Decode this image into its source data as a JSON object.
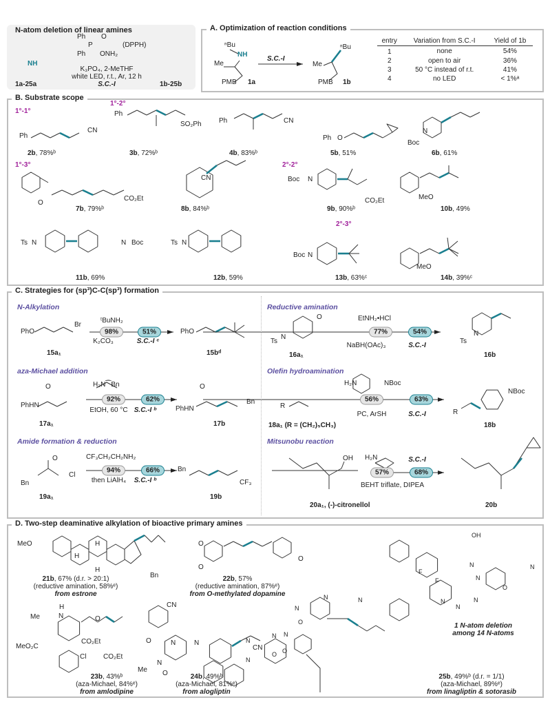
{
  "intro": {
    "title": "N-atom deletion of linear amines",
    "reagent": {
      "ph1": "Ph",
      "o": "O",
      "p": "P",
      "ph2": "Ph",
      "onh2": "ONH₂",
      "name": "(DPPH)"
    },
    "nh": "NH",
    "conditions": [
      "K₃PO₄, 2-MeTHF",
      "white LED, r.t., Ar, 12 h"
    ],
    "sci": "S.C.-I",
    "start_label": "1a-25a",
    "product_label": "1b-25b"
  },
  "optimization": {
    "title": "A. Optimization of reaction conditions",
    "sm": {
      "nbu": "ⁿBu",
      "nh": "NH",
      "me": "Me",
      "pmb": "PMB",
      "label": "1a"
    },
    "arrow_label": "S.C.-I",
    "product": {
      "nbu": "ⁿBu",
      "me": "Me",
      "pmb": "PMB",
      "label": "1b"
    },
    "table": {
      "headers": [
        "entry",
        "Variation from S.C.-I",
        "Yield of 1b"
      ],
      "rows": [
        {
          "entry": "1",
          "variation": "none",
          "yield": "54%"
        },
        {
          "entry": "2",
          "variation": "open to air",
          "yield": "36%"
        },
        {
          "entry": "3",
          "variation": "50 °C instead of r.t.",
          "yield": "41%"
        },
        {
          "entry": "4",
          "variation": "no LED",
          "yield": "< 1%ᵃ"
        }
      ]
    }
  },
  "scope": {
    "title": "B. Substrate scope",
    "classes": [
      "1°-1°",
      "1°-2°",
      "1°-3°",
      "2°-2°",
      "2°-3°"
    ],
    "compounds": [
      {
        "id": "2b",
        "yield": ", 78%ᵇ",
        "atoms": [
          "Ph",
          "CN"
        ]
      },
      {
        "id": "3b",
        "yield": ", 72%ᵇ",
        "atoms": [
          "Ph",
          "SO₂Ph"
        ]
      },
      {
        "id": "4b",
        "yield": ", 83%ᵇ",
        "atoms": [
          "Ph",
          "CN"
        ]
      },
      {
        "id": "5b",
        "yield": ", 51%",
        "atoms": [
          "Ph",
          "O"
        ]
      },
      {
        "id": "6b",
        "yield": ", 61%",
        "atoms": [
          "Boc",
          "N"
        ]
      },
      {
        "id": "7b",
        "yield": ", 79%ᵇ",
        "atoms": [
          "O",
          "CO₂Et"
        ]
      },
      {
        "id": "8b",
        "yield": ", 84%ᵇ",
        "atoms": [
          "CN"
        ]
      },
      {
        "id": "9b",
        "yield": ", 90%ᵇ",
        "atoms": [
          "Boc",
          "N",
          "CO₂Et"
        ]
      },
      {
        "id": "10b",
        "yield": ", 49%",
        "atoms": [
          "MeO"
        ]
      },
      {
        "id": "11b",
        "yield": ", 69%",
        "atoms": [
          "Ts",
          "N",
          "N",
          "Boc"
        ]
      },
      {
        "id": "12b",
        "yield": ", 59%",
        "atoms": [
          "Ts",
          "N"
        ]
      },
      {
        "id": "13b",
        "yield": ", 63%ᶜ",
        "atoms": [
          "Boc",
          "N"
        ]
      },
      {
        "id": "14b",
        "yield": ", 39%ᶜ",
        "atoms": [
          "MeO"
        ]
      }
    ]
  },
  "strategies": {
    "title": "C. Strategies for (sp³)C-C(sp³) formation",
    "panels": [
      {
        "name": "N-Alkylation",
        "reagent": "ᵗBuNH₂",
        "step1": "98%",
        "step2": "51%",
        "cond1": "K₂CO₃",
        "cond2": "S.C.-I ᶜ",
        "sm_atoms": [
          "PhO",
          "Br"
        ],
        "prod_atoms": [
          "PhO"
        ],
        "sm": "15a₁",
        "prod": "15bᵈ"
      },
      {
        "name": "Reductive amination",
        "reagent": "EtNH₂•HCl",
        "step1": "77%",
        "step2": "54%",
        "cond1": "NaBH(OAc)₃",
        "cond2": "S.C.-I",
        "sm_atoms": [
          "O",
          "N",
          "Ts"
        ],
        "prod_atoms": [
          "N",
          "Ts"
        ],
        "sm": "16a₁",
        "prod": "16b"
      },
      {
        "name": "aza-Michael addition",
        "reagent": "H₂N⁀Bn",
        "step1": "92%",
        "step2": "62%",
        "cond1": "EtOH, 60 °C",
        "cond2": "S.C.-I ᵇ",
        "sm_atoms": [
          "O",
          "PhHN"
        ],
        "prod_atoms": [
          "O",
          "PhHN",
          "Bn"
        ],
        "sm": "17a₁",
        "prod": "17b"
      },
      {
        "name": "Olefin hydroamination",
        "reagent": "H₂N",
        "reagent2": "NBoc",
        "step1": "56%",
        "step2": "63%",
        "cond1": "PC, ArSH",
        "cond2": "S.C.-I",
        "sm_atoms": [
          "R"
        ],
        "prod_atoms": [
          "R",
          "NBoc"
        ],
        "sm": "18a₁ (R = (CH₂)₅CH₃)",
        "prod": "18b"
      },
      {
        "name": "Amide formation & reduction",
        "reagent": "CF₃CH₂CH₂NH₂",
        "step1": "94%",
        "step2": "66%",
        "cond1": "then LiAlH₄",
        "cond2": "S.C.-I ᵇ",
        "sm_atoms": [
          "O",
          "Bn",
          "Cl"
        ],
        "prod_atoms": [
          "Bn",
          "CF₃"
        ],
        "sm": "19a₁",
        "prod": "19b"
      },
      {
        "name": "Mitsunobu reaction",
        "reagent": "H₂N",
        "step1": "57%",
        "step2": "68%",
        "cond1": "BEHT triflate, DIPEA",
        "cond2": "S.C.-I",
        "sm_atoms": [
          "OH"
        ],
        "prod_atoms": [],
        "sm": "20a₁, (-)-citronellol",
        "prod": "20b"
      }
    ]
  },
  "bioactive": {
    "title": "D. Two-step deaminative alkylation of bioactive primary amines",
    "compounds": [
      {
        "id": "21b",
        "lines": [
          ", 67% (d.r. > 20:1)",
          "(reductive amination, 58%ᵉ)",
          "from estrone"
        ],
        "atoms": [
          "MeO",
          "H",
          "H",
          "H",
          "Bn"
        ]
      },
      {
        "id": "22b",
        "lines": [
          ", 57%",
          "(reductive amination, 87%ᵉ)",
          "from O-methylated dopamine"
        ],
        "atoms": [
          "O",
          "O",
          "O"
        ]
      },
      {
        "id": "23b",
        "lines": [
          ", 43%ᵇ",
          "(aza-Michael, 84%ᵉ)",
          "from amlodipine"
        ],
        "atoms": [
          "H",
          "N",
          "Me",
          "O",
          "MeO₂C",
          "CO₂Et",
          "CO₂Et",
          "Cl"
        ]
      },
      {
        "id": "24b",
        "lines": [
          ", 49%ᵇ",
          "(aza-Michael, 81%ᵉ)",
          "from alogliptin"
        ],
        "atoms": [
          "CN",
          "O",
          "N",
          "N",
          "N",
          "Me",
          "O",
          "CN"
        ]
      },
      {
        "id": "25b",
        "lines": [
          ", 49%ᵇ (d.r. = 1/1)",
          "(aza-Michael, 89%ᵉ)",
          "from linagliptin & sotorasib"
        ],
        "atoms": [
          "OH",
          "F",
          "F",
          "N",
          "N",
          "N",
          "N",
          "O",
          "N",
          "N",
          "N",
          "N",
          "N",
          "O",
          "N",
          "N",
          "O",
          "O",
          "N",
          "N"
        ]
      }
    ],
    "note": [
      "1 N-atom deletion",
      "among 14 N-atoms"
    ]
  },
  "colors": {
    "highlight": "#1a7f8f",
    "class_label": "#a0209a",
    "subtitle": "#5b4fa0",
    "pill_gray": "#e6e6e6",
    "pill_teal": "#a7d6dc"
  }
}
